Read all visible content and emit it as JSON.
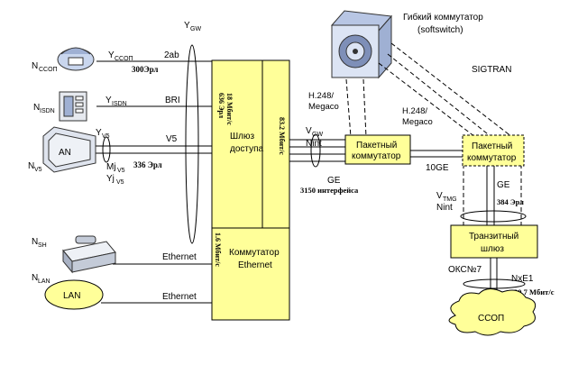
{
  "softswitch": {
    "title": "Гибкий коммутатор",
    "subtitle": "(softswitch)"
  },
  "protocols": {
    "sigtran": "SIGTRAN",
    "h248_a": "H.248/",
    "megaco_a": "Megaco",
    "h248_b": "H.248/",
    "megaco_b": "Megaco"
  },
  "gateway": {
    "name1": "Шлюз",
    "name2": "доступа",
    "rate_ccop": "18 Мбит/с",
    "load_ccop": "636 Эрл",
    "rate_total": "83.2 Мбит/с",
    "rate_eth": "1.6 Мбит/с"
  },
  "switch_eth": {
    "name1": "Коммутатор",
    "name2": "Ethernet"
  },
  "packet_switch_1": {
    "name1": "Пакетный",
    "name2": "коммутатор"
  },
  "packet_switch_2": {
    "name1": "Пакетный",
    "name2": "коммутатор"
  },
  "transit_gw": {
    "name1": "Транзитный",
    "name2": "шлюз"
  },
  "ssop": {
    "name": "ССОП"
  },
  "an": {
    "name": "AN"
  },
  "lan": {
    "name": "LAN"
  },
  "nodes": {
    "n_ccop": "N",
    "n_ccop_sub": "CCOП",
    "n_isdn": "N",
    "n_isdn_sub": "ISDN",
    "n_v5": "N",
    "n_v5_sub": "V5",
    "n_sh": "N",
    "n_sh_sub": "SH",
    "n_lan": "N",
    "n_lan_sub": "LAN"
  },
  "links": {
    "y_gw": "Y",
    "y_gw_sub": "GW",
    "y_ccop": "Y",
    "y_ccop_sub": "CCOП",
    "ccop_iface": "2ab",
    "ccop_load": "300Эрл",
    "y_isdn": "Y",
    "y_isdn_sub": "ISDN",
    "isdn_iface": "BRI",
    "y_v5": "Y",
    "y_v5_sub": "V5",
    "v5_iface": "V5",
    "mj": "Mj",
    "mj_sub": "V5",
    "yj": "Yj",
    "yj_sub": "V5",
    "v5_load": "336 Эрл",
    "eth1": "Ethernet",
    "eth2": "Ethernet",
    "v_gw": "V",
    "v_gw_sub": "GW",
    "nint1": "Nint",
    "ge1": "GE",
    "ge1_count": "3150 интерфейса",
    "tenge": "10GE",
    "v_tmg": "V",
    "v_tmg_sub": "TMG",
    "nint2": "Nint",
    "ge2": "GE",
    "ge2_load": "384 Эрл",
    "oks": "ОКС№7",
    "nxe1": "NxE1",
    "nxe1_rate": "20,7 Мбит/с"
  },
  "colors": {
    "line": "#000000",
    "box_fill": "#ffff99",
    "cloud_fill": "#ffff99",
    "server_fill": "#c9d6ee",
    "device_fill": "#dfe4ee"
  }
}
